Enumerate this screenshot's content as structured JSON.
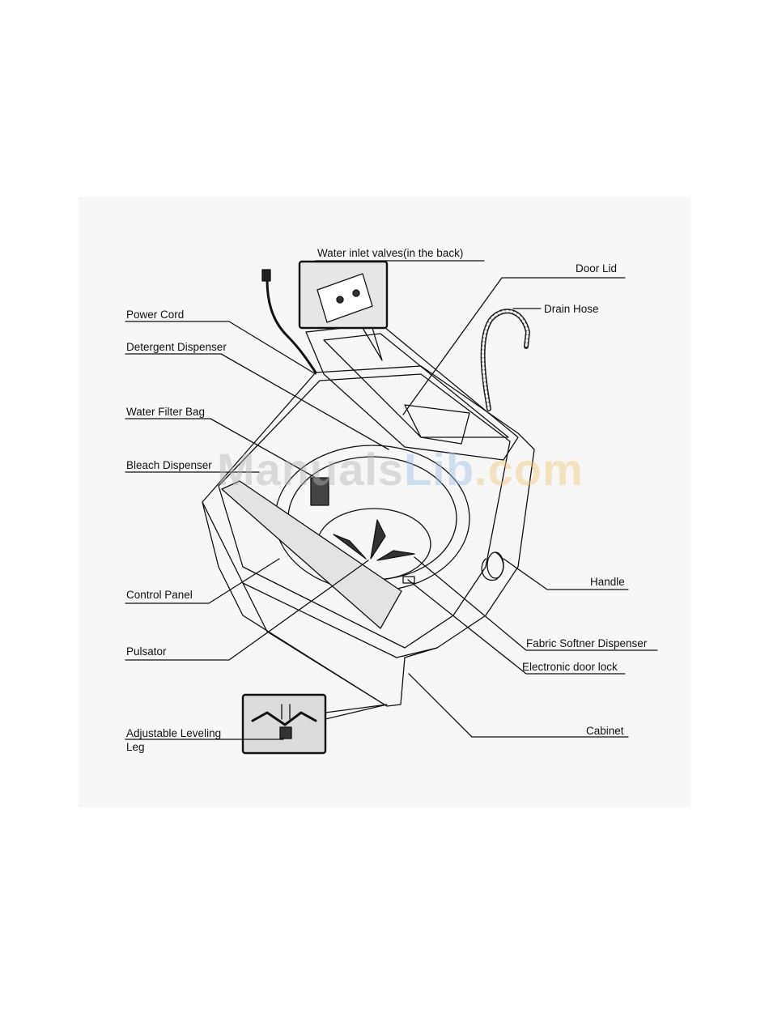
{
  "labels": {
    "water_inlet_valves": "Water inlet valves(in the back)",
    "door_lid": "Door Lid",
    "drain_hose": "Drain Hose",
    "power_cord": "Power Cord",
    "detergent_dispenser": "Detergent Dispenser",
    "water_filter_bag": "Water Filter Bag",
    "bleach_dispenser": "Bleach Dispenser",
    "control_panel": "Control Panel",
    "pulsator": "Pulsator",
    "handle": "Handle",
    "fabric_softner_dispenser": "Fabric Softner Dispenser",
    "electronic_door_lock": "Electronic door lock",
    "cabinet": "Cabinet",
    "adjustable_leveling_leg": "Adjustable Leveling Leg"
  },
  "watermark": {
    "part1": "Manuals",
    "part2": "Lib",
    "part3": ".com"
  }
}
